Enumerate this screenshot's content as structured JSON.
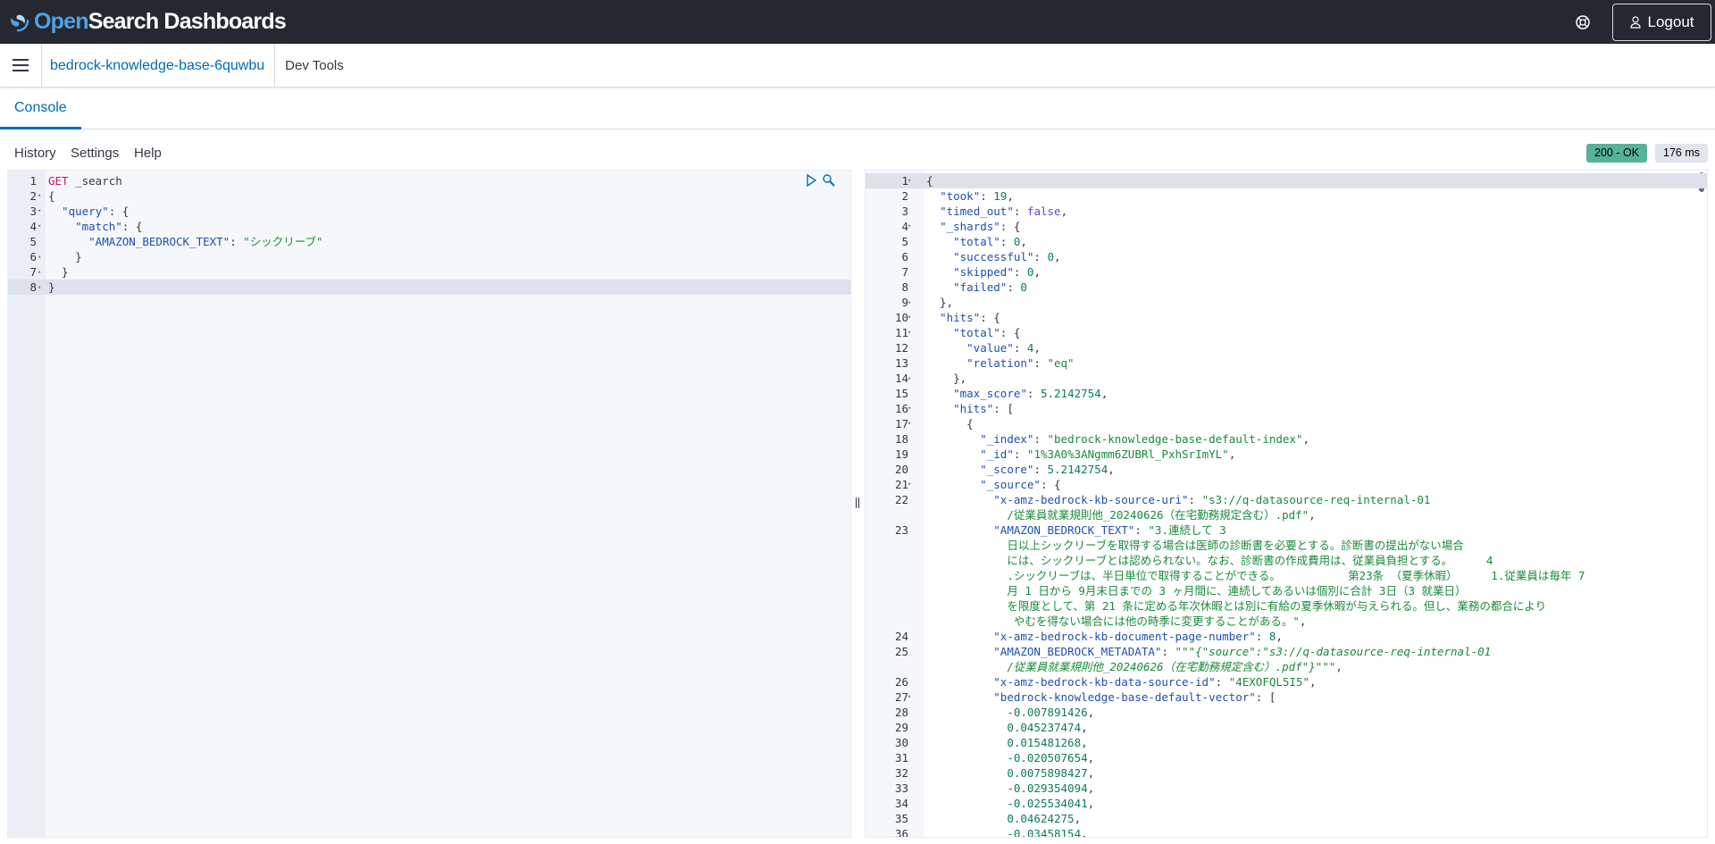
{
  "app": {
    "logo_open": "Open",
    "logo_rest": "Search Dashboards",
    "logout_label": "Logout"
  },
  "nav": {
    "breadcrumb_link": "bedrock-knowledge-base-6quwbu",
    "breadcrumb_current": "Dev Tools"
  },
  "tabs": {
    "console": "Console"
  },
  "toolbar": {
    "history": "History",
    "settings": "Settings",
    "help": "Help",
    "status": "200 - OK",
    "time": "176 ms"
  },
  "request": [
    {
      "n": "1",
      "fold": "",
      "parts": [
        [
          "kw",
          "GET"
        ],
        [
          "pun",
          " _search"
        ]
      ]
    },
    {
      "n": "2",
      "fold": "▾",
      "parts": [
        [
          "pun",
          "{"
        ]
      ]
    },
    {
      "n": "3",
      "fold": "▾",
      "parts": [
        [
          "pun",
          "  "
        ],
        [
          "key",
          "\"query\""
        ],
        [
          "pun",
          ": {"
        ]
      ]
    },
    {
      "n": "4",
      "fold": "▾",
      "parts": [
        [
          "pun",
          "    "
        ],
        [
          "key",
          "\"match\""
        ],
        [
          "pun",
          ": {"
        ]
      ]
    },
    {
      "n": "5",
      "fold": "",
      "parts": [
        [
          "pun",
          "      "
        ],
        [
          "key",
          "\"AMAZON_BEDROCK_TEXT\""
        ],
        [
          "pun",
          ": "
        ],
        [
          "str",
          "\"シックリーブ\""
        ]
      ]
    },
    {
      "n": "6",
      "fold": "▴",
      "parts": [
        [
          "pun",
          "    }"
        ]
      ]
    },
    {
      "n": "7",
      "fold": "▴",
      "parts": [
        [
          "pun",
          "  }"
        ]
      ]
    },
    {
      "n": "8",
      "fold": "▴",
      "parts": [
        [
          "pun",
          "}"
        ]
      ]
    }
  ],
  "response": [
    {
      "n": "1",
      "fold": "▾",
      "parts": [
        [
          "pun",
          "{"
        ]
      ]
    },
    {
      "n": "2",
      "fold": "",
      "parts": [
        [
          "pun",
          "  "
        ],
        [
          "key",
          "\"took\""
        ],
        [
          "pun",
          ": "
        ],
        [
          "num",
          "19"
        ],
        [
          "pun",
          ","
        ]
      ]
    },
    {
      "n": "3",
      "fold": "",
      "parts": [
        [
          "pun",
          "  "
        ],
        [
          "key",
          "\"timed_out\""
        ],
        [
          "pun",
          ": "
        ],
        [
          "bool",
          "false"
        ],
        [
          "pun",
          ","
        ]
      ]
    },
    {
      "n": "4",
      "fold": "▾",
      "parts": [
        [
          "pun",
          "  "
        ],
        [
          "key",
          "\"_shards\""
        ],
        [
          "pun",
          ": {"
        ]
      ]
    },
    {
      "n": "5",
      "fold": "",
      "parts": [
        [
          "pun",
          "    "
        ],
        [
          "key",
          "\"total\""
        ],
        [
          "pun",
          ": "
        ],
        [
          "num",
          "0"
        ],
        [
          "pun",
          ","
        ]
      ]
    },
    {
      "n": "6",
      "fold": "",
      "parts": [
        [
          "pun",
          "    "
        ],
        [
          "key",
          "\"successful\""
        ],
        [
          "pun",
          ": "
        ],
        [
          "num",
          "0"
        ],
        [
          "pun",
          ","
        ]
      ]
    },
    {
      "n": "7",
      "fold": "",
      "parts": [
        [
          "pun",
          "    "
        ],
        [
          "key",
          "\"skipped\""
        ],
        [
          "pun",
          ": "
        ],
        [
          "num",
          "0"
        ],
        [
          "pun",
          ","
        ]
      ]
    },
    {
      "n": "8",
      "fold": "",
      "parts": [
        [
          "pun",
          "    "
        ],
        [
          "key",
          "\"failed\""
        ],
        [
          "pun",
          ": "
        ],
        [
          "num",
          "0"
        ]
      ]
    },
    {
      "n": "9",
      "fold": "▴",
      "parts": [
        [
          "pun",
          "  },"
        ]
      ]
    },
    {
      "n": "10",
      "fold": "▾",
      "parts": [
        [
          "pun",
          "  "
        ],
        [
          "key",
          "\"hits\""
        ],
        [
          "pun",
          ": {"
        ]
      ]
    },
    {
      "n": "11",
      "fold": "▾",
      "parts": [
        [
          "pun",
          "    "
        ],
        [
          "key",
          "\"total\""
        ],
        [
          "pun",
          ": {"
        ]
      ]
    },
    {
      "n": "12",
      "fold": "",
      "parts": [
        [
          "pun",
          "      "
        ],
        [
          "key",
          "\"value\""
        ],
        [
          "pun",
          ": "
        ],
        [
          "num",
          "4"
        ],
        [
          "pun",
          ","
        ]
      ]
    },
    {
      "n": "13",
      "fold": "",
      "parts": [
        [
          "pun",
          "      "
        ],
        [
          "key",
          "\"relation\""
        ],
        [
          "pun",
          ": "
        ],
        [
          "str",
          "\"eq\""
        ]
      ]
    },
    {
      "n": "14",
      "fold": "▴",
      "parts": [
        [
          "pun",
          "    },"
        ]
      ]
    },
    {
      "n": "15",
      "fold": "",
      "parts": [
        [
          "pun",
          "    "
        ],
        [
          "key",
          "\"max_score\""
        ],
        [
          "pun",
          ": "
        ],
        [
          "num",
          "5.2142754"
        ],
        [
          "pun",
          ","
        ]
      ]
    },
    {
      "n": "16",
      "fold": "▾",
      "parts": [
        [
          "pun",
          "    "
        ],
        [
          "key",
          "\"hits\""
        ],
        [
          "pun",
          ": ["
        ]
      ]
    },
    {
      "n": "17",
      "fold": "▾",
      "parts": [
        [
          "pun",
          "      {"
        ]
      ]
    },
    {
      "n": "18",
      "fold": "",
      "parts": [
        [
          "pun",
          "        "
        ],
        [
          "key",
          "\"_index\""
        ],
        [
          "pun",
          ": "
        ],
        [
          "str",
          "\"bedrock-knowledge-base-default-index\""
        ],
        [
          "pun",
          ","
        ]
      ]
    },
    {
      "n": "19",
      "fold": "",
      "parts": [
        [
          "pun",
          "        "
        ],
        [
          "key",
          "\"_id\""
        ],
        [
          "pun",
          ": "
        ],
        [
          "str",
          "\"1%3A0%3ANgmm6ZUBRl_PxhSrImYL\""
        ],
        [
          "pun",
          ","
        ]
      ]
    },
    {
      "n": "20",
      "fold": "",
      "parts": [
        [
          "pun",
          "        "
        ],
        [
          "key",
          "\"_score\""
        ],
        [
          "pun",
          ": "
        ],
        [
          "num",
          "5.2142754"
        ],
        [
          "pun",
          ","
        ]
      ]
    },
    {
      "n": "21",
      "fold": "▾",
      "parts": [
        [
          "pun",
          "        "
        ],
        [
          "key",
          "\"_source\""
        ],
        [
          "pun",
          ": {"
        ]
      ]
    },
    {
      "n": "22",
      "fold": "",
      "parts": [
        [
          "pun",
          "          "
        ],
        [
          "key",
          "\"x-amz-bedrock-kb-source-uri\""
        ],
        [
          "pun",
          ": "
        ],
        [
          "str",
          "\"s3://q-datasource-req-internal-01"
        ]
      ]
    },
    {
      "n": "",
      "fold": "",
      "parts": [
        [
          "pun",
          "            "
        ],
        [
          "str",
          "/従業員就業規則他_20240626（在宅勤務規定含む）.pdf\""
        ],
        [
          "pun",
          ","
        ]
      ]
    },
    {
      "n": "23",
      "fold": "",
      "parts": [
        [
          "pun",
          "          "
        ],
        [
          "key",
          "\"AMAZON_BEDROCK_TEXT\""
        ],
        [
          "pun",
          ": "
        ],
        [
          "str",
          "\"3.連続して 3"
        ]
      ]
    },
    {
      "n": "",
      "fold": "",
      "parts": [
        [
          "pun",
          "            "
        ],
        [
          "str",
          "日以上シックリーブを取得する場合は医師の診断書を必要とする。診断書の提出がない場合"
        ]
      ]
    },
    {
      "n": "",
      "fold": "",
      "parts": [
        [
          "pun",
          "            "
        ],
        [
          "str",
          "には、シックリーブとは認められない。なお、診断書の作成費用は、従業員負担とする。     4"
        ]
      ]
    },
    {
      "n": "",
      "fold": "",
      "parts": [
        [
          "pun",
          "            "
        ],
        [
          "str",
          ".シックリーブは、半日単位で取得することができる。          第23条 （夏季休暇）     1.従業員は毎年 7"
        ]
      ]
    },
    {
      "n": "",
      "fold": "",
      "parts": [
        [
          "pun",
          "            "
        ],
        [
          "str",
          "月 1 日から 9月末日までの 3 ヶ月間に、連続してあるいは個別に合計 3日（3 就業日）"
        ]
      ]
    },
    {
      "n": "",
      "fold": "",
      "parts": [
        [
          "pun",
          "            "
        ],
        [
          "str",
          "を限度として、第 21 条に定める年次休暇とは別に有給の夏季休暇が与えられる。但し、業務の都合により"
        ]
      ]
    },
    {
      "n": "",
      "fold": "",
      "parts": [
        [
          "pun",
          "             "
        ],
        [
          "str",
          "やむを得ない場合には他の時季に変更することがある。\""
        ],
        [
          "pun",
          ","
        ]
      ]
    },
    {
      "n": "24",
      "fold": "",
      "parts": [
        [
          "pun",
          "          "
        ],
        [
          "key",
          "\"x-amz-bedrock-kb-document-page-number\""
        ],
        [
          "pun",
          ": "
        ],
        [
          "num",
          "8"
        ],
        [
          "pun",
          ","
        ]
      ]
    },
    {
      "n": "25",
      "fold": "",
      "parts": [
        [
          "pun",
          "          "
        ],
        [
          "key",
          "\"AMAZON_BEDROCK_METADATA\""
        ],
        [
          "pun",
          ": "
        ],
        [
          "str",
          "\"\"\""
        ],
        [
          "str_it",
          "{\"source\":\"s3://q-datasource-req-internal-01"
        ]
      ]
    },
    {
      "n": "",
      "fold": "",
      "parts": [
        [
          "pun",
          "            "
        ],
        [
          "str_it",
          "/従業員就業規則他_20240626（在宅勤務規定含む）.pdf\"}"
        ],
        [
          "str",
          "\"\"\""
        ],
        [
          "pun",
          ","
        ]
      ]
    },
    {
      "n": "26",
      "fold": "",
      "parts": [
        [
          "pun",
          "          "
        ],
        [
          "key",
          "\"x-amz-bedrock-kb-data-source-id\""
        ],
        [
          "pun",
          ": "
        ],
        [
          "str",
          "\"4EXOFQL5I5\""
        ],
        [
          "pun",
          ","
        ]
      ]
    },
    {
      "n": "27",
      "fold": "▾",
      "parts": [
        [
          "pun",
          "          "
        ],
        [
          "key",
          "\"bedrock-knowledge-base-default-vector\""
        ],
        [
          "pun",
          ": ["
        ]
      ]
    },
    {
      "n": "28",
      "fold": "",
      "parts": [
        [
          "pun",
          "            "
        ],
        [
          "num",
          "-0.007891426"
        ],
        [
          "pun",
          ","
        ]
      ]
    },
    {
      "n": "29",
      "fold": "",
      "parts": [
        [
          "pun",
          "            "
        ],
        [
          "num",
          "0.045237474"
        ],
        [
          "pun",
          ","
        ]
      ]
    },
    {
      "n": "30",
      "fold": "",
      "parts": [
        [
          "pun",
          "            "
        ],
        [
          "num",
          "0.015481268"
        ],
        [
          "pun",
          ","
        ]
      ]
    },
    {
      "n": "31",
      "fold": "",
      "parts": [
        [
          "pun",
          "            "
        ],
        [
          "num",
          "-0.020507654"
        ],
        [
          "pun",
          ","
        ]
      ]
    },
    {
      "n": "32",
      "fold": "",
      "parts": [
        [
          "pun",
          "            "
        ],
        [
          "num",
          "0.0075898427"
        ],
        [
          "pun",
          ","
        ]
      ]
    },
    {
      "n": "33",
      "fold": "",
      "parts": [
        [
          "pun",
          "            "
        ],
        [
          "num",
          "-0.029354094"
        ],
        [
          "pun",
          ","
        ]
      ]
    },
    {
      "n": "34",
      "fold": "",
      "parts": [
        [
          "pun",
          "            "
        ],
        [
          "num",
          "-0.025534041"
        ],
        [
          "pun",
          ","
        ]
      ]
    },
    {
      "n": "35",
      "fold": "",
      "parts": [
        [
          "pun",
          "            "
        ],
        [
          "num",
          "0.04624275"
        ],
        [
          "pun",
          ","
        ]
      ]
    },
    {
      "n": "36",
      "fold": "",
      "parts": [
        [
          "pun",
          "            "
        ],
        [
          "num",
          "-0.03458154"
        ],
        [
          "pun",
          ","
        ]
      ]
    }
  ],
  "icons": {
    "help": "help-icon",
    "logout": "user-icon",
    "menu": "hamburger-icon",
    "run": "play-icon",
    "actions": "wrench-icon"
  },
  "colors": {
    "header_bg": "#25282f",
    "link": "#006bb8",
    "status_ok": "#54b399"
  }
}
